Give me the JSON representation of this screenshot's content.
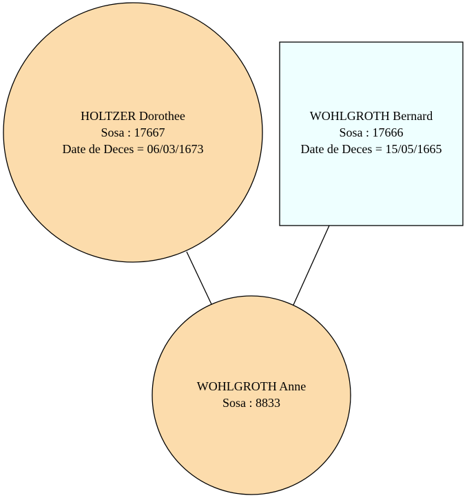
{
  "colors": {
    "female_fill": "#fcdcac",
    "male_fill": "#eeffff",
    "stroke": "#000000",
    "background": "#ffffff"
  },
  "nodes": {
    "mother": {
      "name": "HOLTZER Dorothee",
      "sosa": "Sosa : 17667",
      "death": "Date de Deces = 06/03/1673",
      "shape": "circle"
    },
    "father": {
      "name": "WOHLGROTH Bernard",
      "sosa": "Sosa : 17666",
      "death": "Date de Deces = 15/05/1665",
      "shape": "box"
    },
    "child": {
      "name": "WOHLGROTH Anne",
      "sosa": "Sosa : 8833",
      "shape": "circle"
    }
  }
}
